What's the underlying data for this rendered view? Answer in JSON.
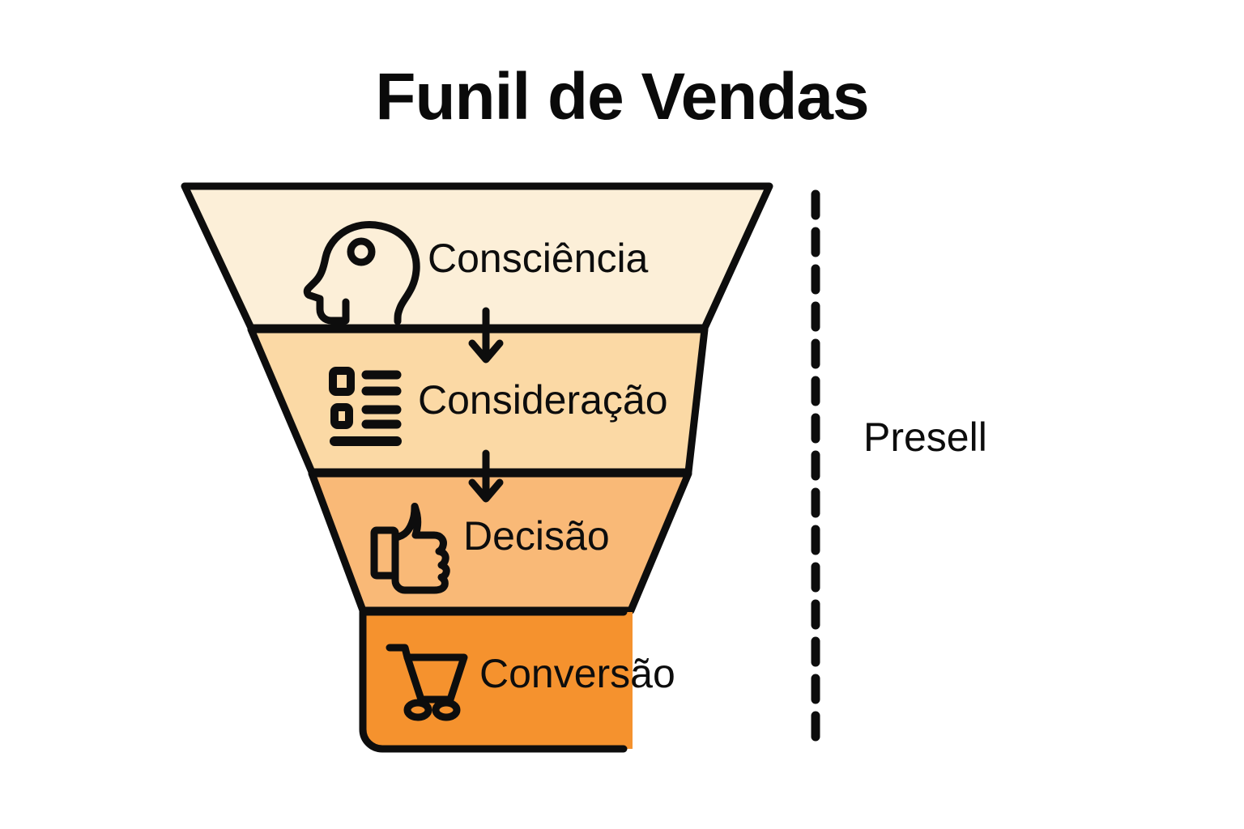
{
  "title": "Funil de Vendas",
  "background_color": "#ffffff",
  "outline_color": "#0d0d0d",
  "funnel": {
    "stages": [
      {
        "label": "Consciência",
        "icon": "head-profile-icon",
        "fill": "#FCEFD8"
      },
      {
        "label": "Consideração",
        "icon": "checklist-icon",
        "fill": "#FBD9A5"
      },
      {
        "label": "Decisão",
        "icon": "thumbs-up-icon",
        "fill": "#F9B977"
      },
      {
        "label": "Conversão",
        "icon": "shopping-cart-icon",
        "fill": "#F5922E"
      }
    ],
    "arrows": 2,
    "arrow_color": "#0d0d0d"
  },
  "annotation": {
    "divider": "dashed-vertical-line",
    "divider_color": "#0d0d0d",
    "label": "Presell"
  },
  "chart_data": {
    "type": "funnel",
    "title": "Funil de Vendas",
    "stages": [
      "Consciência",
      "Consideração",
      "Decisão",
      "Conversão"
    ],
    "stage_widths": [
      722,
      540,
      394,
      332
    ],
    "stage_heights": [
      177,
      176,
      172,
      170
    ],
    "colors": [
      "#FCEFD8",
      "#FBD9A5",
      "#F9B977",
      "#F5922E"
    ],
    "icons": [
      "head-profile-icon",
      "checklist-icon",
      "thumbs-up-icon",
      "shopping-cart-icon"
    ],
    "annotations": [
      "Presell"
    ],
    "legend": "",
    "xlabel": "",
    "ylabel": ""
  }
}
